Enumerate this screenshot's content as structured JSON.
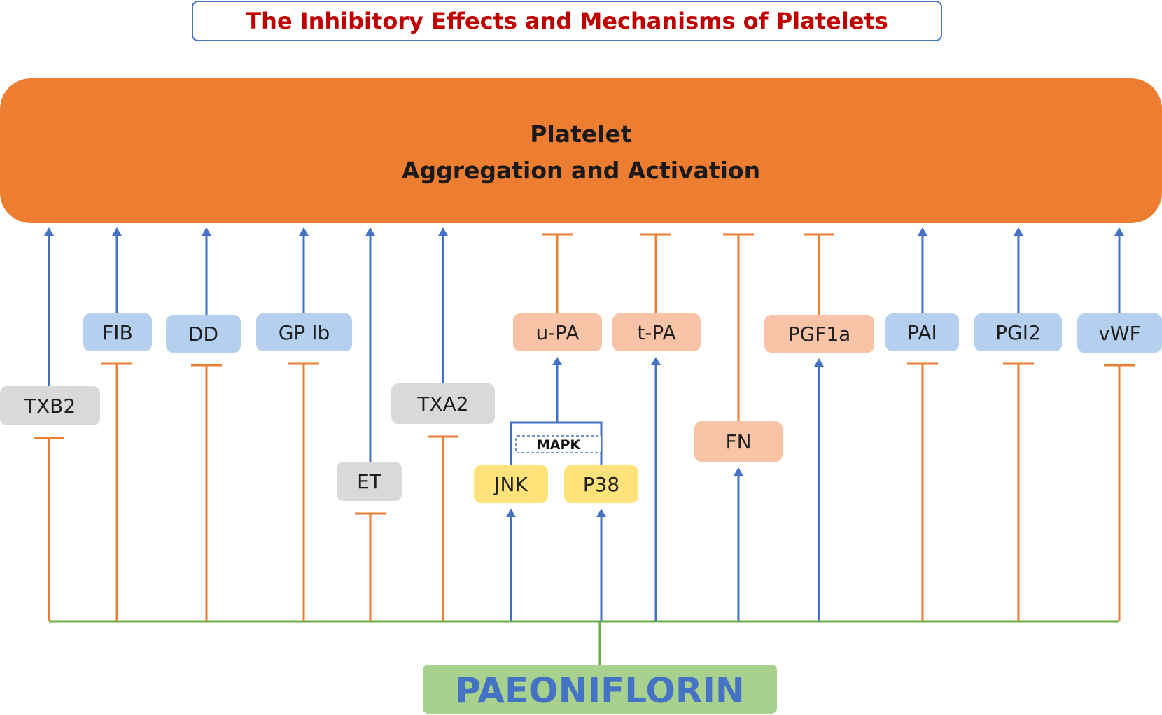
{
  "title": "The Inhibitory Effects and Mechanisms of Platelets",
  "target": {
    "line1": "Platelet",
    "line2": "Aggregation and Activation"
  },
  "group_label": "MAPK",
  "drug": "PAEONIFLORIN",
  "colors": {
    "title_text": "#C00000",
    "title_border": "#4472C4",
    "target_fill": "#ED7D31",
    "activation": "#4472C4",
    "inhibition": "#ED7D31",
    "drug_link": "#70AD47",
    "drug_fill": "#A9D18E",
    "drug_text": "#4472C4",
    "blue_node": "#B4D0EE",
    "orange_node": "#F8C3A6",
    "gray_node": "#D9D9D9",
    "yellow_node": "#FFE27A"
  },
  "nodes": [
    {
      "id": "txb2",
      "label": "TXB2",
      "kind": "gray",
      "to_target": "activation",
      "from_drug": "inhibition"
    },
    {
      "id": "fib",
      "label": "FIB",
      "kind": "blue",
      "to_target": "activation",
      "from_drug": "inhibition"
    },
    {
      "id": "dd",
      "label": "DD",
      "kind": "blue",
      "to_target": "activation",
      "from_drug": "inhibition"
    },
    {
      "id": "gpib",
      "label": "GP Ib",
      "kind": "blue",
      "to_target": "activation",
      "from_drug": "inhibition"
    },
    {
      "id": "et",
      "label": "ET",
      "kind": "gray",
      "to_target": "activation",
      "from_drug": "inhibition"
    },
    {
      "id": "txa2",
      "label": "TXA2",
      "kind": "gray",
      "to_target": "activation",
      "from_drug": "inhibition"
    },
    {
      "id": "upa",
      "label": "u-PA",
      "kind": "orange",
      "to_target": "inhibition",
      "from_drug": "via MAPK"
    },
    {
      "id": "jnk",
      "label": "JNK",
      "kind": "yellow",
      "to_target": "MAPK",
      "from_drug": "activation"
    },
    {
      "id": "p38",
      "label": "P38",
      "kind": "yellow",
      "to_target": "MAPK",
      "from_drug": "activation"
    },
    {
      "id": "tpa",
      "label": "t-PA",
      "kind": "orange",
      "to_target": "inhibition",
      "from_drug": "activation"
    },
    {
      "id": "fn",
      "label": "FN",
      "kind": "orange",
      "to_target": "inhibition",
      "from_drug": "activation"
    },
    {
      "id": "pgf1a",
      "label": "PGF1a",
      "kind": "orange",
      "to_target": "inhibition",
      "from_drug": "activation"
    },
    {
      "id": "pai",
      "label": "PAI",
      "kind": "blue",
      "to_target": "activation",
      "from_drug": "inhibition"
    },
    {
      "id": "pgi2",
      "label": "PGI2",
      "kind": "blue",
      "to_target": "activation",
      "from_drug": "inhibition"
    },
    {
      "id": "vwf",
      "label": "vWF",
      "kind": "blue",
      "to_target": "activation",
      "from_drug": "inhibition"
    }
  ]
}
